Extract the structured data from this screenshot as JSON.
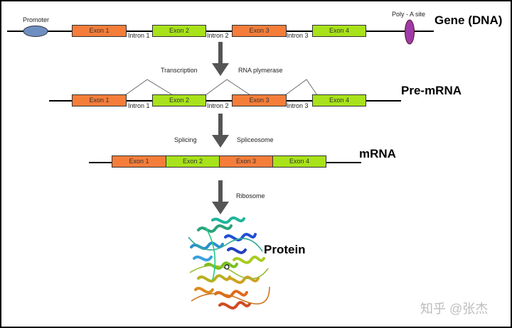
{
  "gene": {
    "title": "Gene (DNA)",
    "promoter": "Promoter",
    "polya": "Poly - A site",
    "exons": [
      "Exon 1",
      "Exon 2",
      "Exon 3",
      "Exon 4"
    ],
    "introns": [
      "Intron 1",
      "Intron 2",
      "Intron 3"
    ]
  },
  "step1": {
    "left": "Transcription",
    "right": "RNA plymerase"
  },
  "premrna": {
    "title": "Pre-mRNA",
    "exons": [
      "Exon 1",
      "Exon 2",
      "Exon 3",
      "Exon 4"
    ],
    "introns": [
      "Intron 1",
      "Intron 2",
      "Intron 3"
    ]
  },
  "step2": {
    "left": "Splicing",
    "right": "Spliceosome"
  },
  "mrna": {
    "title": "mRNA",
    "exons": [
      "Exon 1",
      "Exon 2",
      "Exon 3",
      "Exon 4"
    ]
  },
  "step3": {
    "right": "Ribosome"
  },
  "protein": {
    "title": "Protein"
  },
  "watermark": "知乎 @张杰",
  "colors": {
    "exon_odd": "#f47d3a",
    "exon_even": "#a8e21a",
    "promoter": "#6f8fc0",
    "polya": "#a03aa8"
  }
}
